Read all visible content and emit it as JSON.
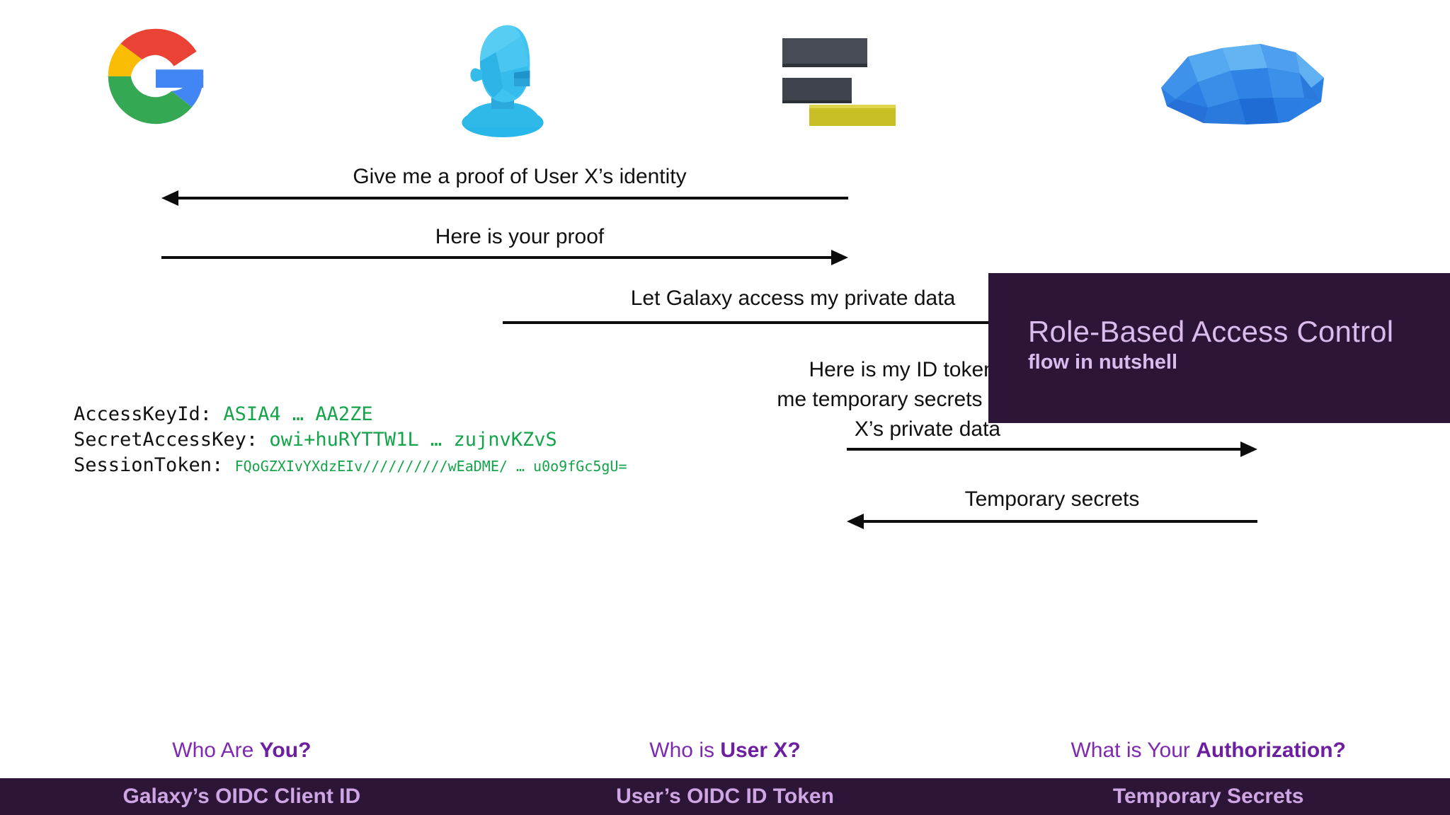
{
  "slide": {
    "background_color": "#ffffff",
    "accent_purple": "#7d2ab0",
    "panel_purple": "#2d1538",
    "panel_text": "#d9bbec",
    "code_green": "#14a44a"
  },
  "actors": [
    {
      "id": "google",
      "icon": "google-logo-icon",
      "label": "Google"
    },
    {
      "id": "user",
      "icon": "user-head-icon",
      "label": "User"
    },
    {
      "id": "server",
      "icon": "server-stack-icon",
      "label": "Galaxy Server"
    },
    {
      "id": "cloud",
      "icon": "cloud-icon",
      "label": "Cloud"
    }
  ],
  "messages": [
    {
      "id": "msg-1",
      "label": "Give me a proof of User X’s identity",
      "direction": "left"
    },
    {
      "id": "msg-2",
      "label": "Here is your proof",
      "direction": "right"
    },
    {
      "id": "msg-3",
      "label": "Let Galaxy access my private data",
      "direction": "right"
    },
    {
      "id": "msg-4",
      "label_line1": "Here is my ID token, give",
      "label_line2": "me temporary secrets to access",
      "label_line3": "X’s private data",
      "direction": "right"
    },
    {
      "id": "msg-5",
      "label": "Temporary secrets",
      "direction": "left"
    }
  ],
  "credentials": {
    "access_key_id": {
      "key": "AccessKeyId:",
      "value": "ASIA4 … AA2ZE"
    },
    "secret_access_key": {
      "key": "SecretAccessKey:",
      "value": "owi+huRYTTW1L … zujnvKZvS"
    },
    "session_token": {
      "key": "SessionToken:",
      "value": "FQoGZXIvYXdzEIv//////////wEaDME/ … u0o9fGc5gU="
    }
  },
  "callout": {
    "title": "Role-Based Access Control",
    "subtitle": "flow in nutshell"
  },
  "legend": {
    "questions": [
      {
        "prefix": "Who Are ",
        "emphasis": "You?"
      },
      {
        "prefix": "Who is ",
        "emphasis": "User X?"
      },
      {
        "prefix": "What is Your ",
        "emphasis": "Authorization?"
      }
    ],
    "answers": [
      "Galaxy’s OIDC Client ID",
      "User’s OIDC ID Token",
      "Temporary Secrets"
    ]
  }
}
